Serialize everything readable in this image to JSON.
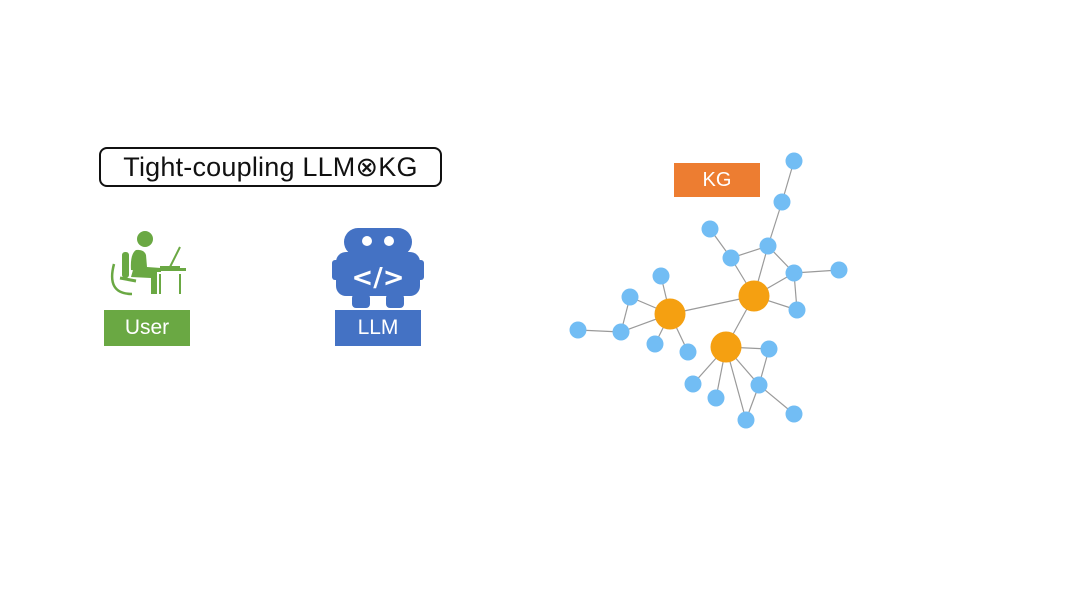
{
  "title": "Tight-coupling LLM⊗KG",
  "user": {
    "label": "User",
    "color": "#6aa843"
  },
  "llm": {
    "label": "LLM",
    "color": "#4472c4"
  },
  "kg": {
    "label": "KG",
    "label_color": "#ed7d31",
    "hub_color": "#f5a011",
    "leaf_color": "#72bdf4",
    "edge_color": "#9a9a9a"
  }
}
